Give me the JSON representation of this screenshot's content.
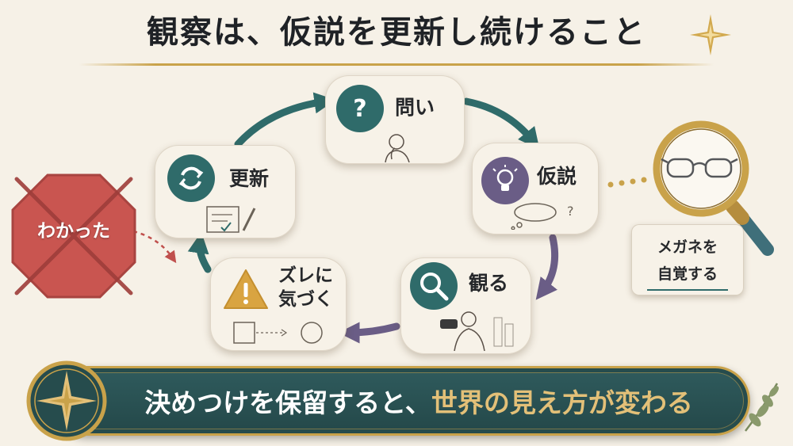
{
  "title": "観察は、仮説を更新し続けること",
  "cycle": {
    "question": "問い",
    "hypothesis": "仮説",
    "observe": "観る",
    "notice_line1": "ズレに",
    "notice_line2": "気づく",
    "update": "更新"
  },
  "stop_sign": "わかった",
  "note": {
    "line1": "メガネを",
    "line2": "自覚する"
  },
  "banner": {
    "part1": "決めつけを保留すると、",
    "part2": "世界の見え方が変わる"
  },
  "icons": {
    "question": "question-bubble-icon",
    "hypothesis": "lightbulb-icon",
    "observe": "magnifier-icon",
    "notice": "warning-icon",
    "update": "refresh-icon",
    "glasses": "glasses-magnifier-icon"
  },
  "colors": {
    "teal": "#2f6b6a",
    "purple": "#6a5d86",
    "amber": "#d9a441",
    "stop_red": "#c95550",
    "gold": "#c9a24a"
  }
}
